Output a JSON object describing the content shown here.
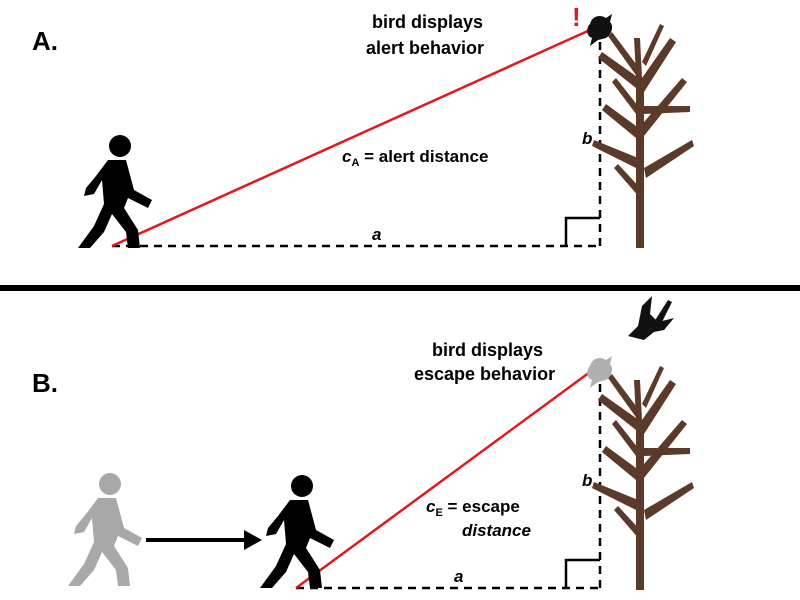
{
  "panel_a": {
    "label": "A.",
    "exclaim": "!",
    "bird_text_line1": "bird displays",
    "bird_text_line2": "alert behavior",
    "hyp_var": "c",
    "hyp_sub": "A",
    "hyp_text": " = alert distance",
    "leg_a": "a",
    "leg_b": "b"
  },
  "panel_b": {
    "label": "B.",
    "bird_text_line1": "bird displays",
    "bird_text_line2": "escape behavior",
    "hyp_var": "c",
    "hyp_sub": "E",
    "hyp_text": " = escape",
    "hyp_text2": "distance",
    "leg_a": "a",
    "leg_b": "b"
  },
  "colors": {
    "hypotenuse": "#e0191f",
    "exclaim": "#e0191f",
    "tree": "#5b3a29",
    "walker": "#000000",
    "walker_faded": "#a8a8a8",
    "bird": "#111111",
    "bird_faded": "#b0b0b0"
  },
  "icons": [
    "walking-person-icon",
    "tree-icon",
    "bird-icon",
    "flying-bird-icon",
    "arrow-icon"
  ]
}
